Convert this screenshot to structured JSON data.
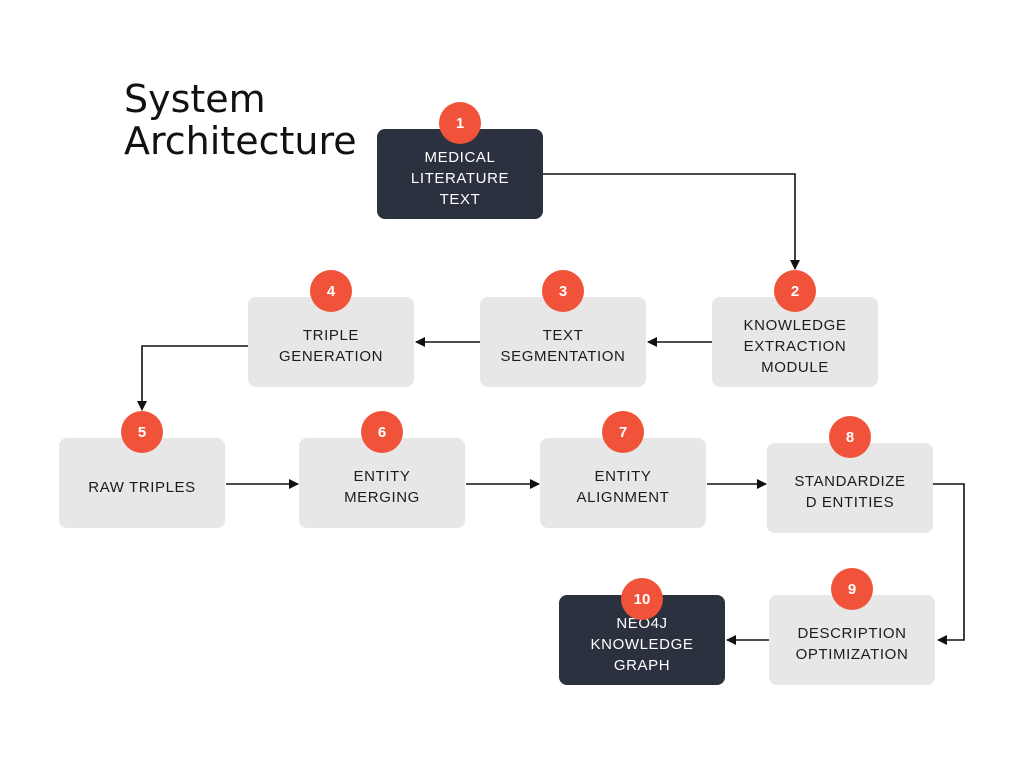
{
  "title": "System\nArchitecture",
  "colors": {
    "light_box": "#e7e7e8",
    "dark_box": "#2c3140",
    "badge": "#f0533a",
    "arrow": "#111111"
  },
  "steps": [
    {
      "number": "1",
      "label": "MEDICAL\nLITERATURE\nTEXT"
    },
    {
      "number": "2",
      "label": "KNOWLEDGE\nEXTRACTION\nMODULE"
    },
    {
      "number": "3",
      "label": "TEXT\nSEGMENTATION"
    },
    {
      "number": "4",
      "label": "TRIPLE\nGENERATION"
    },
    {
      "number": "5",
      "label": "RAW TRIPLES"
    },
    {
      "number": "6",
      "label": "ENTITY\nMERGING"
    },
    {
      "number": "7",
      "label": "ENTITY\nALIGNMENT"
    },
    {
      "number": "8",
      "label": "STANDARDIZE\nD ENTITIES"
    },
    {
      "number": "9",
      "label": "DESCRIPTION\nOPTIMIZATION"
    },
    {
      "number": "10",
      "label": "NEO4J\nKNOWLEDGE\nGRAPH"
    }
  ]
}
